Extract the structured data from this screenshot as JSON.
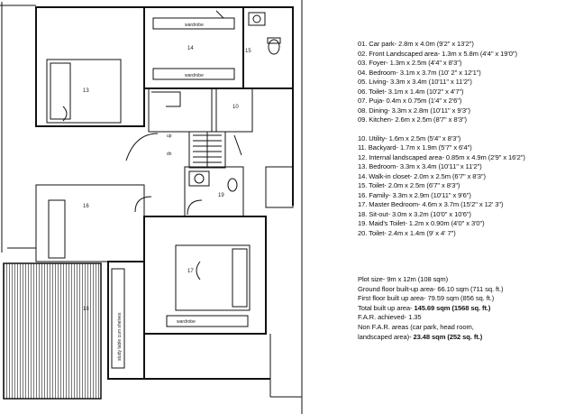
{
  "plan": {
    "room_numbers": {
      "r13": "13",
      "r14": "14",
      "r15": "15",
      "r10": "10",
      "r16": "16",
      "r17": "17",
      "r18": "18",
      "r19": "19"
    },
    "labels": {
      "wardrobe_top": "wardrobe",
      "wardrobe_mid": "wardrobe",
      "wardrobe_bottom": "wardrobe",
      "up": "up",
      "dn": "dn",
      "shelves": "study table cum shelves"
    }
  },
  "legend": {
    "items": [
      "01. Car park- 2.8m x 4.0m (9'2\" x 13'2\")",
      "02. Front Landscaped area- 1.3m x 5.8m (4'4\" x 19'0\")",
      "03. Foyer- 1.3m x 2.5m (4'4\" x 8'3\")",
      "04. Bedroom- 3.1m x 3.7m (10' 2\" x 12'1\")",
      "05. Living- 3.3m x 3.4m (10'11\" x 11'2\")",
      "06. Toilet- 3.1m x 1.4m (10'2\" x 4'7\")",
      "07. Puja- 0.4m x 0.75m (1'4\" x 2'6\")",
      "08. Dining- 3.3m x 2.8m (10'11\" x 9'3\")",
      "09. Kitchen- 2.6m x 2.5m (8'7\" x 8'3\")",
      "10. Utility- 1.6m x 2.5m (5'4\" x 8'3\")",
      "11. Backyard- 1.7m x 1.9m (5'7\" x 6'4\")",
      "12. Internal landscaped area- 0.85m x 4.9m (2'9\" x 16'2\")",
      "13. Bedroom- 3.3m x 3.4m (10'11\" x 11'2\")",
      "14. Walk-in closet- 2.0m x 2.5m (6'7\" x 8'3\")",
      "15. Toilet- 2.0m x 2.5m (6'7\" x 8'3\")",
      "16. Family- 3.3m x 2.9m (10'11\" x 9'6\")",
      "17. Master Bedroom- 4.6m x 3.7m (15'2\" x 12' 3\")",
      "18. Sit-out- 3.0m x 3.2m (10'0\" x 10'6\")",
      "19. Maid's Toilet- 1.2m x 0.90m (4'0\" x 3'0\")",
      "20. Toilet- 2.4m x 1.4m (9' x 4' 7\")"
    ]
  },
  "summary": {
    "plot_size": "Plot size- 9m x 12m (108 sqm)",
    "ground_floor": "Ground floor built-up area- 66.10 sqm (711 sq. ft.)",
    "first_floor": "First floor built up area- 79.59 sqm (856 sq. ft.)",
    "total_label": "Total built up area- ",
    "total_value": "145.69 sqm (1568 sq. ft.)",
    "far": "F.A.R. achieved- 1.35",
    "non_far_1": "Non F.A.R. areas (car park, head room,",
    "non_far_2_label": "landscaped area)- ",
    "non_far_2_value": "23.48 sqm (252 sq. ft.)"
  }
}
